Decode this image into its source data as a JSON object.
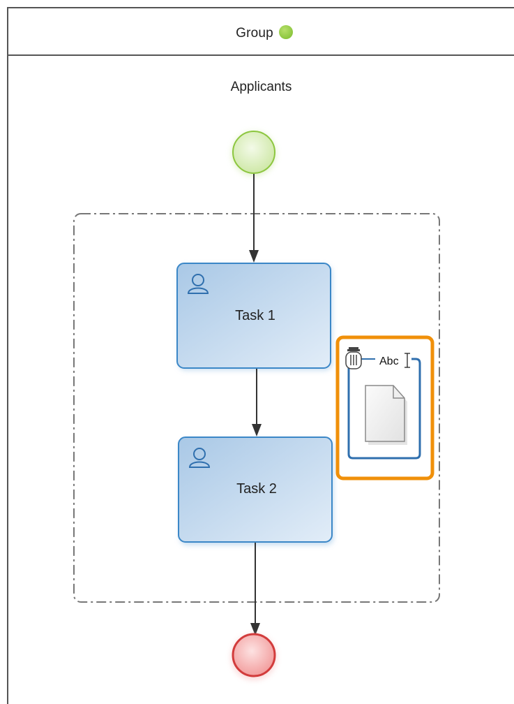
{
  "pool": {
    "title": "Group",
    "status_color": "#8cc63f"
  },
  "lane": {
    "label": "Applicants"
  },
  "group_boundary": {
    "style": "dash-dot",
    "color": "#777777"
  },
  "start_event": {
    "type": "start",
    "fill": "#dff0c8",
    "stroke": "#8cc63f"
  },
  "tasks": [
    {
      "label": "Task 1",
      "type": "user-task",
      "icon": "user-icon"
    },
    {
      "label": "Task 2",
      "type": "user-task",
      "icon": "user-icon"
    }
  ],
  "end_event": {
    "type": "end",
    "fill": "#f7b7b7",
    "stroke": "#d23c3c"
  },
  "data_object": {
    "label": "Abc",
    "selected": true,
    "selection_color": "#f0900a",
    "delete_icon": "trash-icon",
    "edit_cursor_icon": "text-cursor-icon",
    "document_icon": "document-icon"
  },
  "colors": {
    "task_border": "#3b87c7",
    "task_fill_start": "#b6d0ea",
    "task_fill_end": "#dde9f6",
    "flow_line": "#333333"
  }
}
